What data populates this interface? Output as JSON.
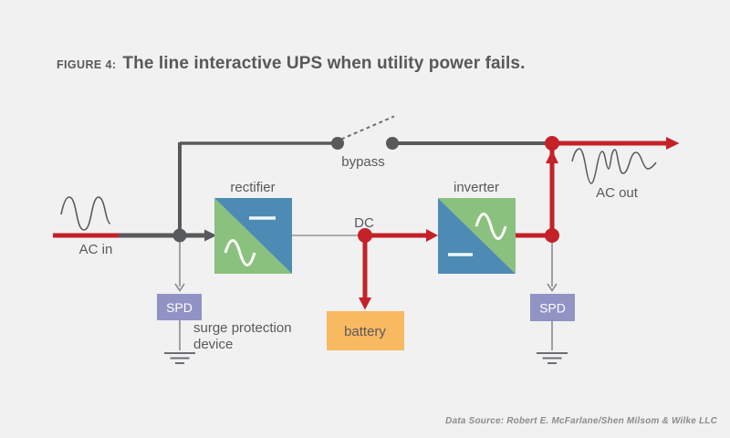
{
  "figure": {
    "label": "FIGURE 4:",
    "title": "The line interactive UPS when utility power fails."
  },
  "diagram": {
    "labels": {
      "ac_in": "AC in",
      "bypass": "bypass",
      "rectifier": "rectifier",
      "dc": "DC",
      "inverter": "inverter",
      "ac_out": "AC out",
      "battery": "battery",
      "spd_left": "SPD",
      "spd_right": "SPD",
      "surge_line1": "surge protection",
      "surge_line2": "device"
    },
    "colors": {
      "background": "#f1f1f2",
      "active_power_path_red": "#c42128",
      "inactive_line_dark_gray": "#58595b",
      "thin_line_gray": "#8a8c8e",
      "ground_gray": "#6d6e71",
      "converter_green": "#8bc17e",
      "converter_blue": "#4d8bb4",
      "spd_purple": "#9093c4",
      "battery_orange": "#f9b961",
      "label_text": "#58595b"
    },
    "icons": [
      "sine-wave-icon",
      "distorted-wave-icon",
      "open-switch-icon",
      "ground-icon",
      "minus-icon",
      "arrow-icon"
    ]
  },
  "footer": {
    "data_source": "Data Source: Robert E. McFarlane/Shen Milsom & Wilke LLC"
  }
}
